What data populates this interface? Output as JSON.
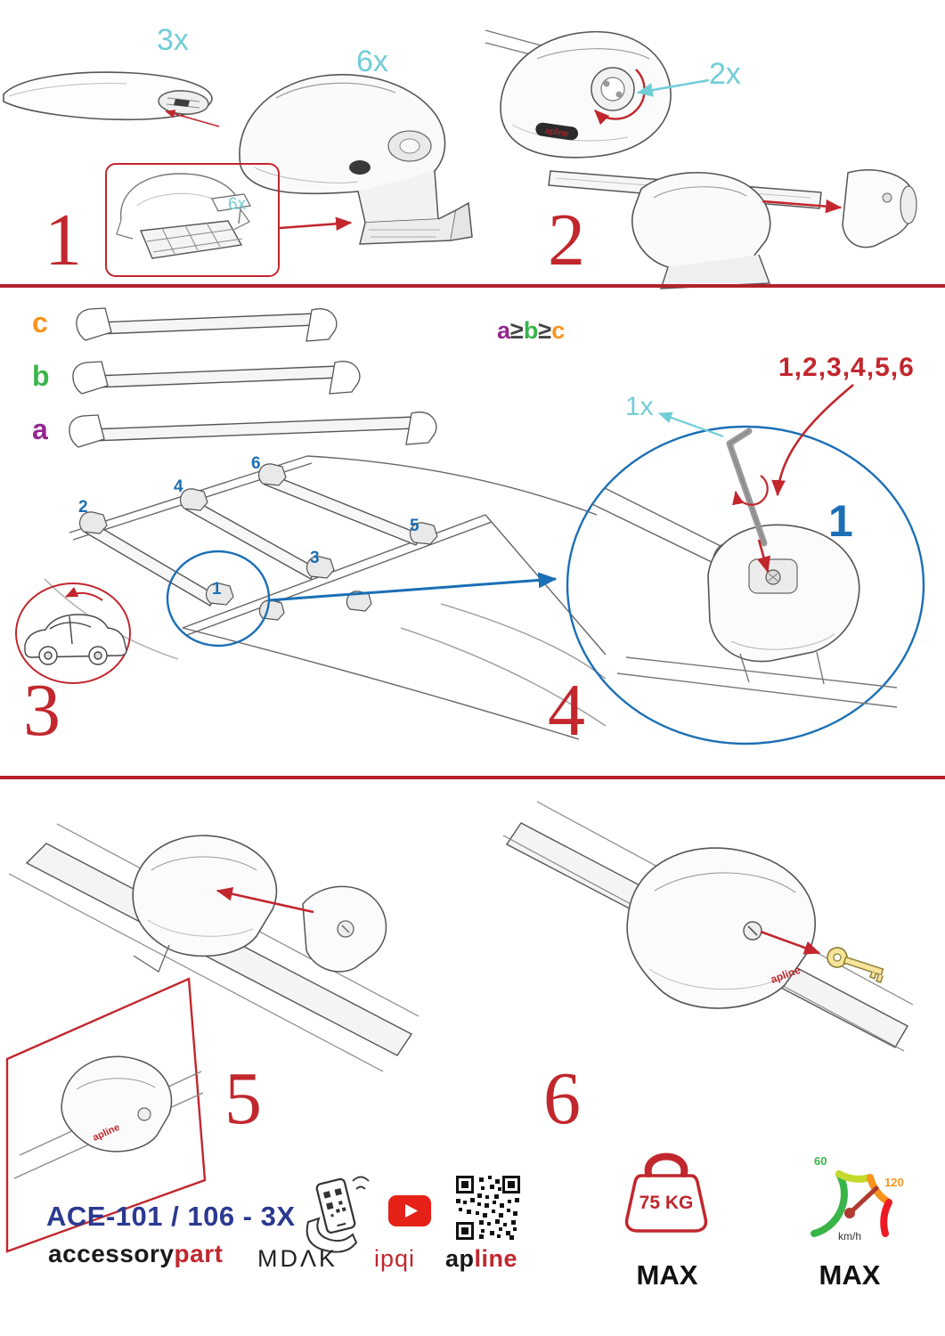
{
  "colors": {
    "red": "#c1272d",
    "cyan": "#72cdd8",
    "blue": "#1b6fb5",
    "navy": "#2b3990",
    "orange": "#f7941d",
    "green": "#39b54a",
    "purple": "#93278f"
  },
  "brand_logo": "apline",
  "steps": {
    "s1": {
      "number": "1",
      "bar_qty": "3x",
      "foot_qty": "6x",
      "pad_qty": "6x"
    },
    "s2": {
      "number": "2",
      "knob_qty": "2x"
    },
    "s3": {
      "number": "3",
      "bar_a": "a",
      "bar_b": "b",
      "bar_c": "c",
      "rule": {
        "a": "a",
        "ge1": "≥",
        "b": "b",
        "ge2": "≥",
        "c": "c"
      },
      "positions": {
        "p1": "1",
        "p2": "2",
        "p3": "3",
        "p4": "4",
        "p5": "5",
        "p6": "6"
      }
    },
    "s4": {
      "number": "4",
      "tool_qty": "1x",
      "sequence": "1,2,3,4,5,6",
      "first": "1"
    },
    "s5": {
      "number": "5"
    },
    "s6": {
      "number": "6"
    }
  },
  "footer": {
    "model": "ACE-101 / 106 - 3X",
    "brand_accessory": "accessory",
    "brand_part": "part",
    "mdak": "MDΛK",
    "ipqi": "ipqi",
    "apline_ap": "ap",
    "apline_line": "line",
    "weight_value": "75 KG",
    "weight_max": "MAX",
    "speed_low": "60",
    "speed_high": "120",
    "speed_unit": "km/h",
    "speed_max": "MAX"
  }
}
